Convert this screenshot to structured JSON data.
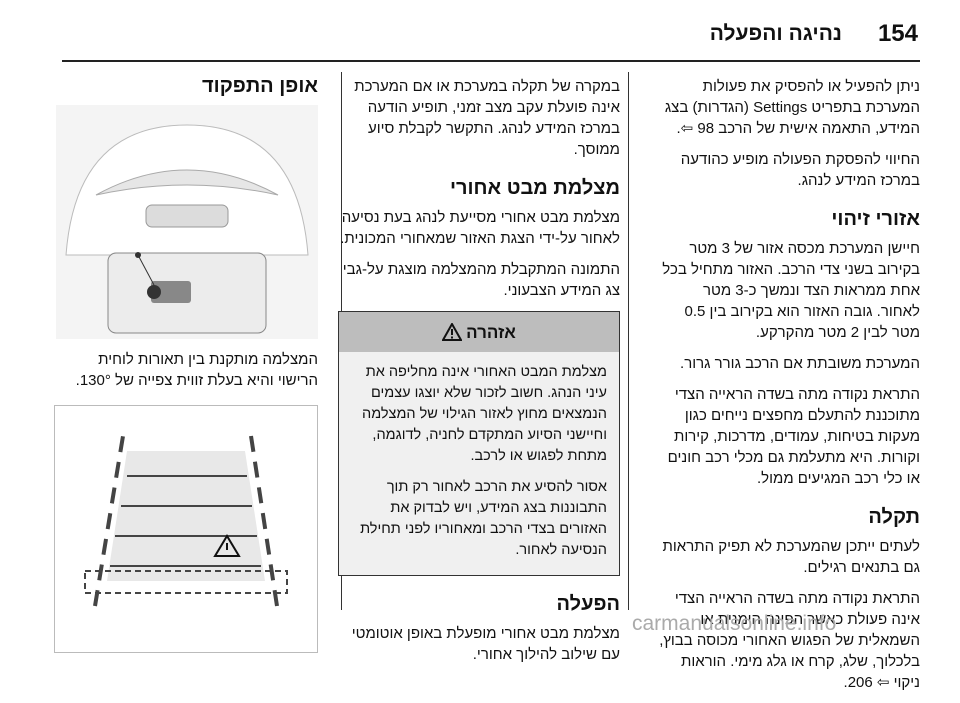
{
  "header": {
    "page_number": "154",
    "section_title": "נהיגה והפעלה"
  },
  "right_col": {
    "p1": "ניתן להפעיל או להפסיק את פעולות המערכת בתפריט Settings (הגדרות) בצג המידע, התאמה אישית של הרכב ‎98 ⇦.",
    "p2": "החיווי להפסקת הפעולה מופיע כהודעה במרכז המידע לנהג.",
    "h_zones": "אזורי זיהוי",
    "p3": "חיישן המערכת מכסה אזור של 3 מטר בקירוב בשני צדי הרכב. האזור מתחיל בכל אחת ממראות הצד ונמשך כ-3 מטר לאחור. גובה האזור הוא בקירוב בין 0.5 מטר לבין 2 מטר מהקרקע.",
    "p4": "המערכת משובתת אם הרכב גורר גרור.",
    "p5": "התראת נקודה מתה בשדה הראייה הצדי מתוכננת להתעלם מחפצים נייחים כגון מעקות בטיחות, עמודים, מדרכות, קירות וקורות. היא מתעלמת גם מכלי רכב חונים או כלי רכב המגיעים ממול.",
    "h_fault": "תקלה",
    "p6": "לעתים ייתכן שהמערכת לא תפיק התראות גם בתנאים רגילים.",
    "p7": "התראת נקודה מתה בשדה הראייה הצדי אינה פעולת כאשר הפינה הימנית או השמאלית של הפגוש האחורי מכוסה בבוץ, בלכלוך, שלג, קרח או גלג מימי. הוראות ניקוי ⇦ 206."
  },
  "mid_col": {
    "p1": "במקרה של תקלה במערכת או אם המערכת אינה פועלת עקב מצב זמני, תופיע הודעה במרכז המידע לנהג. התקשר לקבלת סיוע ממוסך.",
    "h_camera": "מצלמת מבט אחורי",
    "p2": "מצלמת מבט אחורי מסייעת לנהג בעת נסיעה לאחור על-ידי הצגת האזור שמאחורי המכונית.",
    "p3": "התמונה המתקבלת מהמצלמה מוצגת על-גבי צג המידע הצבעוני.",
    "warning": {
      "title": "אזהרה",
      "p1": "מצלמת המבט האחורי אינה מחליפה את עיני הנהג. חשוב לזכור שלא יוצגו עצמים הנמצאים מחוץ לאזור הגילוי של המצלמה וחיישני הסיוע המתקדם לחניה, לדוגמה, מתחת לפגוש או לרכב.",
      "p2": "אסור להסיע את הרכב לאחור רק תוך התבוננות בצג המידע, ויש לבדוק את האזורים בצדי הרכב ומאחוריו לפני תחילת הנסיעה לאחור."
    },
    "h_activation": "הפעלה",
    "p4": "מצלמת מבט אחורי מופעלת באופן אוטומטי עם שילוב להילוך אחורי."
  },
  "left_col": {
    "h_func": "אופן התפקוד",
    "caption": "המצלמה מותקנת בין תאורות לוחית הרישוי והיא בעלת זווית צפייה של ‎130°."
  },
  "colors": {
    "warn_header": "#bdbdbd",
    "warn_body": "#f0f0f0",
    "rule": "#222222"
  },
  "watermark": "carmanualsonline.info"
}
